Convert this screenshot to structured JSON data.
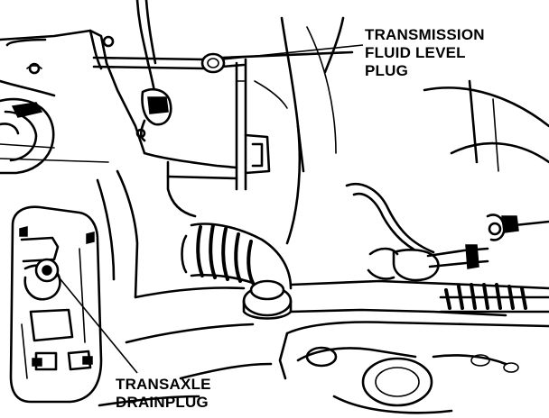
{
  "callouts": {
    "fluid_level_plug": {
      "lines": [
        "TRANSMISSION",
        "FLUID LEVEL",
        "PLUG"
      ]
    },
    "drainplug": {
      "lines": [
        "TRANSAXLE",
        "DRAINPLUG"
      ]
    }
  },
  "colors": {
    "ink": "#000000",
    "paper": "#ffffff"
  }
}
